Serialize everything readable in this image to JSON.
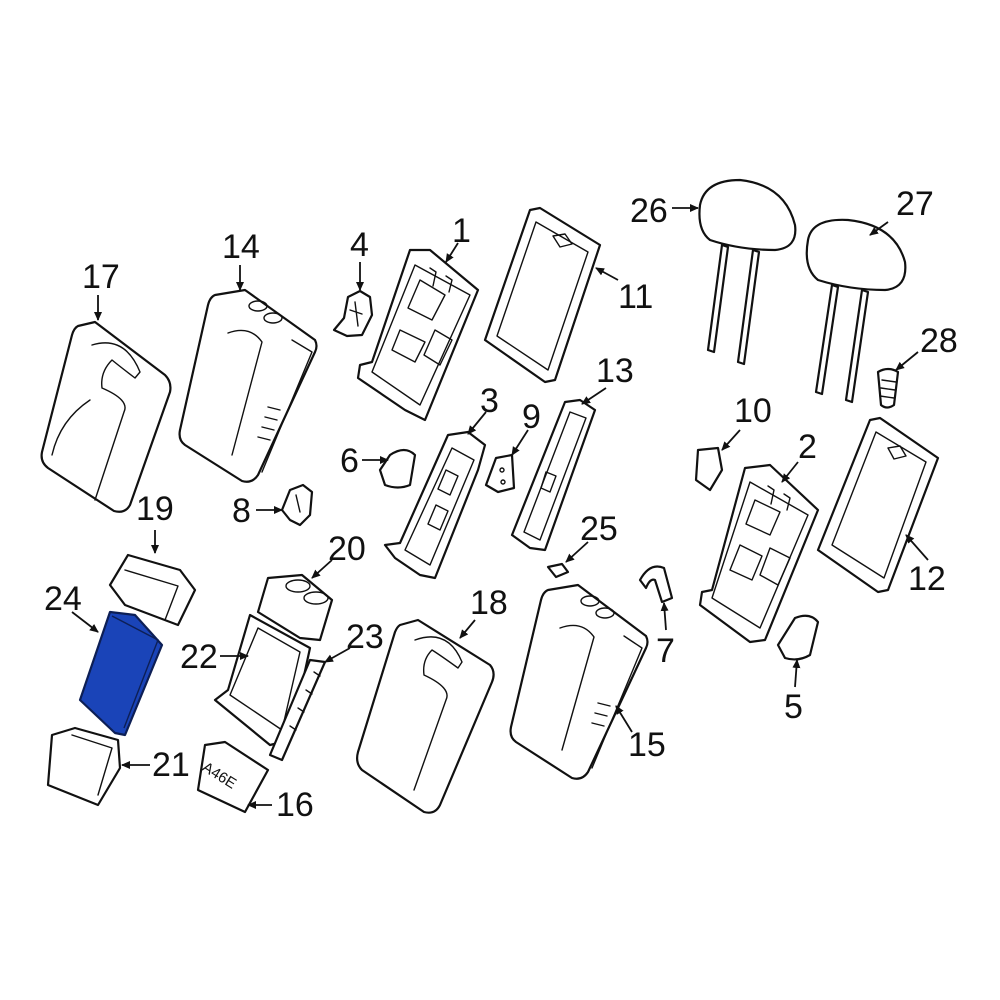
{
  "callouts": {
    "c1": "1",
    "c2": "2",
    "c3": "3",
    "c4": "4",
    "c5": "5",
    "c6": "6",
    "c7": "7",
    "c8": "8",
    "c9": "9",
    "c10": "10",
    "c11": "11",
    "c12": "12",
    "c13": "13",
    "c14": "14",
    "c15": "15",
    "c16": "16",
    "c17": "17",
    "c18": "18",
    "c19": "19",
    "c20": "20",
    "c21": "21",
    "c22": "22",
    "c23": "23",
    "c24": "24",
    "c25": "25",
    "c26": "26",
    "c27": "27",
    "c28": "28"
  },
  "stamp_text": "A46E",
  "highlight_part": "24",
  "colors": {
    "highlight": "#1a44b8",
    "line": "#111111",
    "background": "#ffffff"
  }
}
